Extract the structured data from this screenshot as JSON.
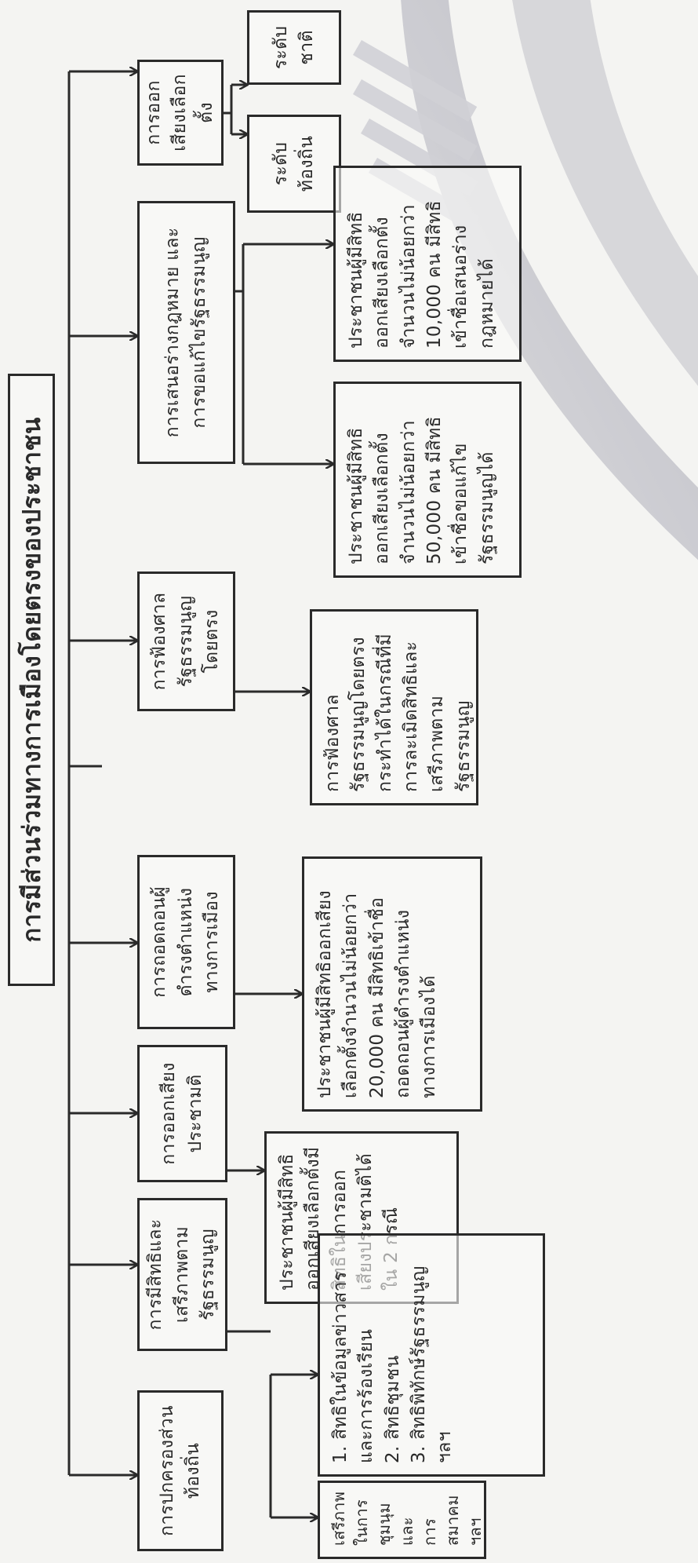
{
  "title": "การมีส่วนร่วมทางการเมืองโดยตรงของประชาชน",
  "categories": [
    {
      "id": "election",
      "label": "การออกเสียงเลือกตั้ง"
    },
    {
      "id": "propose",
      "label": "การเสนอร่างกฎหมาย และการขอแก้ไขรัฐธรรมนูญ"
    },
    {
      "id": "constitutional-suit",
      "label": "การฟ้องศาลรัฐธรรมนูญโดยตรง"
    },
    {
      "id": "removal",
      "label": "การถอดถอนผู้ดำรงตำแหน่งทางการเมือง"
    },
    {
      "id": "referendum",
      "label": "การออกเสียงประชามติ"
    },
    {
      "id": "rights",
      "label": "การมีสิทธิและเสรีภาพตามรัฐธรรมนูญ"
    },
    {
      "id": "local",
      "label": "การปกครองส่วนท้องถิ่น"
    }
  ],
  "details": {
    "election_national": "ระดับชาติ",
    "election_local": "ระดับท้องถิ่น",
    "law_proposal": "ประชาชนผู้มีสิทธิออกเสียงเลือกตั้งจำนวนไม่น้อยกว่า 10,000 คน มีสิทธิเข้าชื่อเสนอร่างกฎหมายได้",
    "constitution_amend": "ประชาชนผู้มีสิทธิออกเสียงเลือกตั้งจำนวนไม่น้อยกว่า 50,000 คน มีสิทธิเข้าชื่อขอแก้ไขรัฐธรรมนูญได้",
    "constitutional_suit": "การฟ้องศาลรัฐธรรมนูญโดยตรงกระทำได้ในกรณีที่มีการละเมิดสิทธิและเสรีภาพตามรัฐธรรมนูญ",
    "removal": "ประชาชนผู้มีสิทธิออกเสียงเลือกตั้งจำนวนไม่น้อยกว่า 20,000 คน มีสิทธิเข้าชื่อถอดถอนผู้ดำรงตำแหน่งทางการเมืองได้",
    "referendum": "ประชาชนผู้มีสิทธิออกเสียงเลือกตั้งมีสิทธิในการออกเสียงประชามติได้ใน 2 กรณี",
    "rights_list": [
      "1. สิทธิในข้อมูลข่าวสารและการร้องเรียน",
      "2. สิทธิชุมชน",
      "3. สิทธิพิทักษ์รัฐธรรมนูญ ฯลฯ"
    ],
    "freedom": "เสรีภาพในการชุมนุมและการสมาคม ฯลฯ"
  }
}
